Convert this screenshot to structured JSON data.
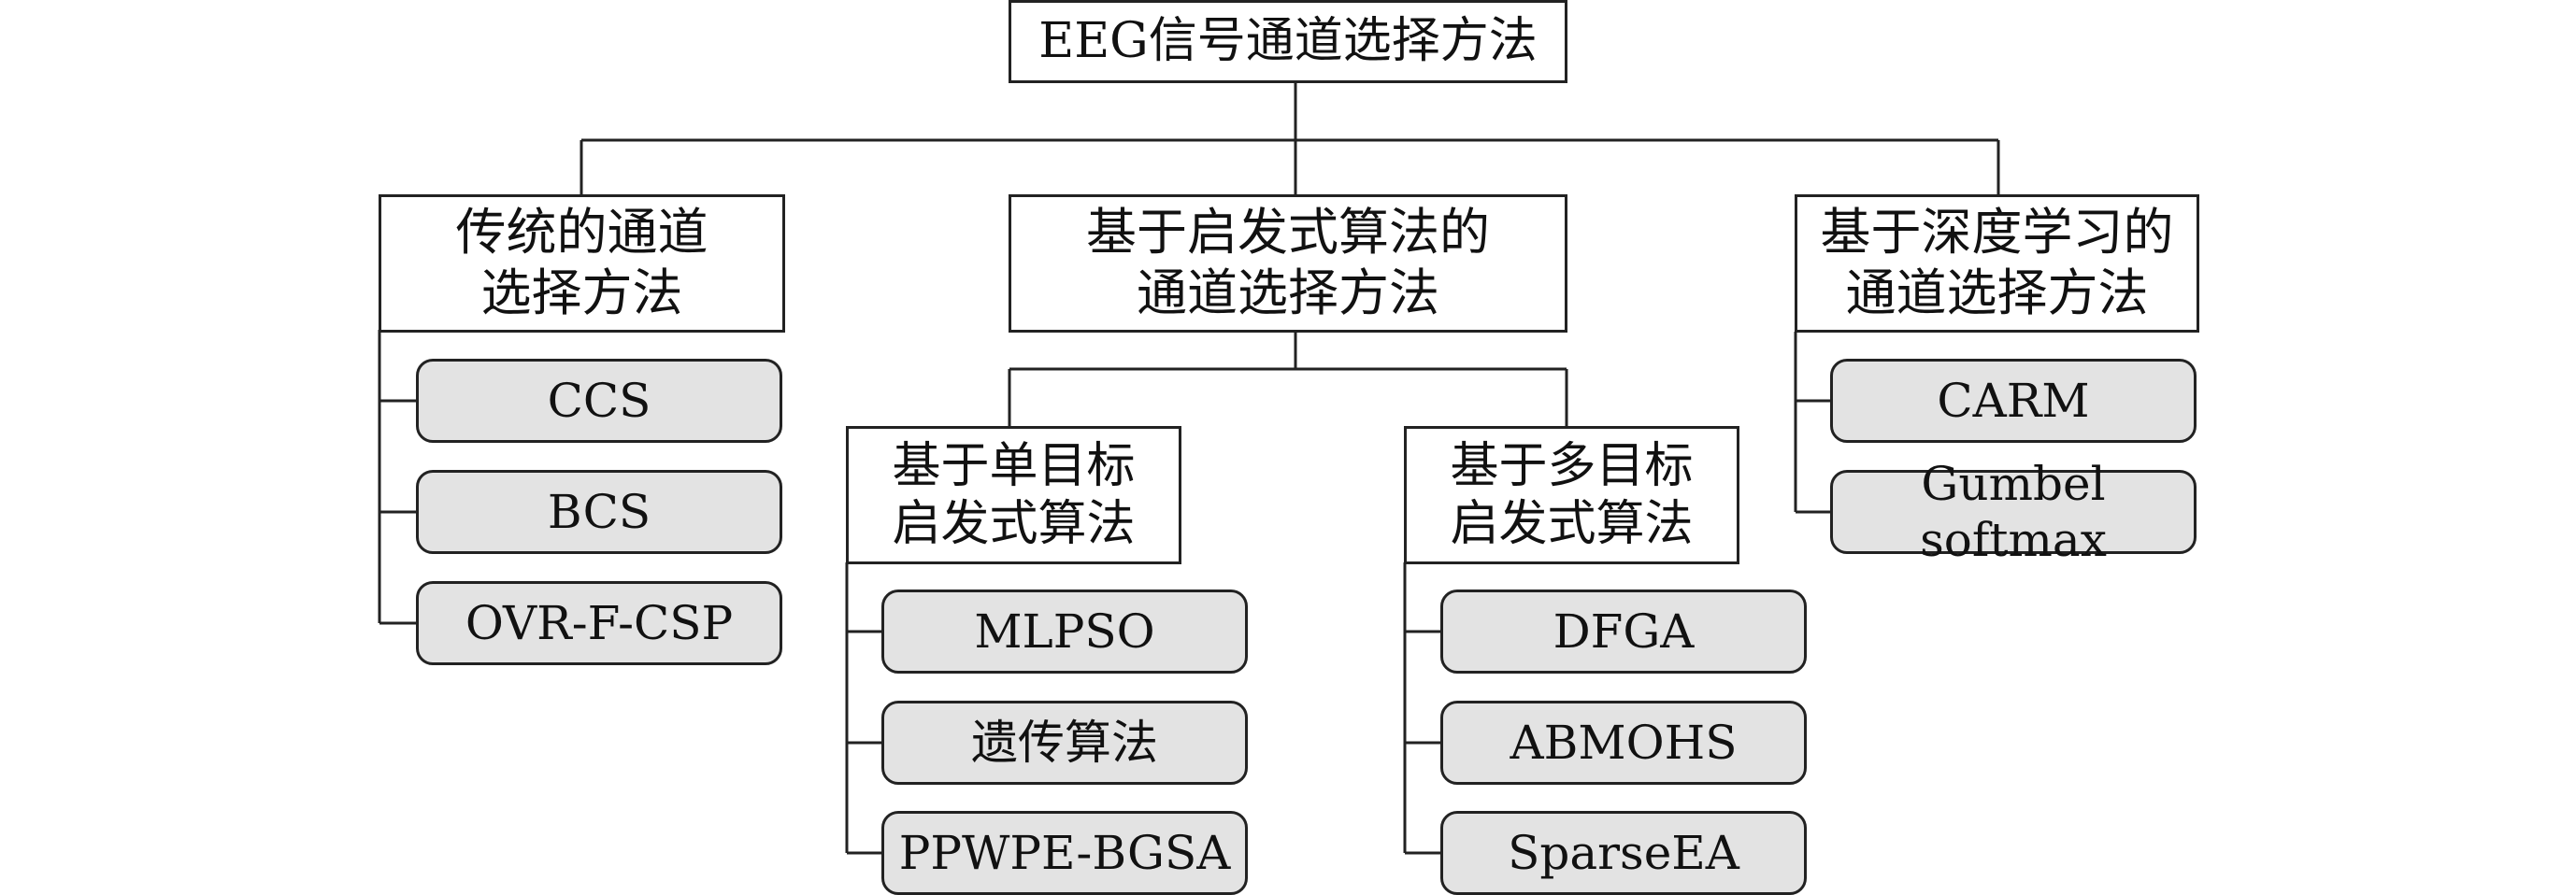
{
  "root": {
    "label": "EEG信号通道选择方法"
  },
  "categories": [
    {
      "label": "传统的通道\n选择方法",
      "methods": [
        "CCS",
        "BCS",
        "OVR-F-CSP"
      ]
    },
    {
      "label": "基于启发式算法的\n通道选择方法",
      "subcategories": [
        {
          "label": "基于单目标\n启发式算法",
          "methods": [
            "MLPSO",
            "遗传算法",
            "PPWPE-BGSA"
          ]
        },
        {
          "label": "基于多目标\n启发式算法",
          "methods": [
            "DFGA",
            "ABMOHS",
            "SparseEA"
          ]
        }
      ]
    },
    {
      "label": "基于深度学习的\n通道选择方法",
      "methods": [
        "CARM",
        "Gumbel softmax"
      ]
    }
  ]
}
